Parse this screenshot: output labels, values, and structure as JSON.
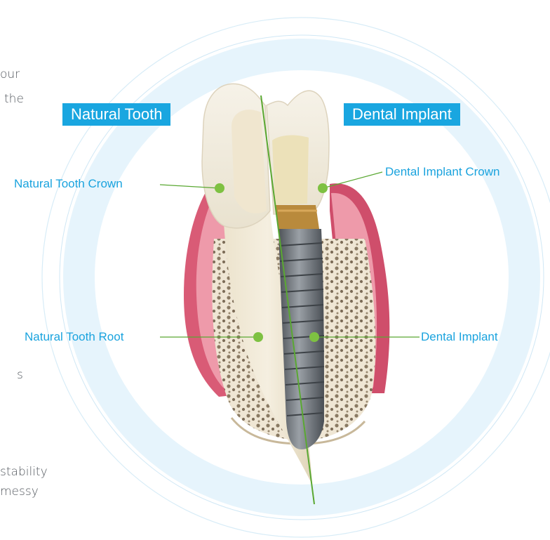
{
  "side_text": [
    {
      "text": "our"
    },
    {
      "text": "the"
    },
    {
      "text": "s"
    },
    {
      "text": "stability"
    },
    {
      "text": "messy"
    }
  ],
  "tags": {
    "natural": "Natural Tooth",
    "implant": "Dental Implant"
  },
  "labels": {
    "natural_crown": "Natural Tooth Crown",
    "implant_crown": "Dental Implant Crown",
    "natural_root": "Natural Tooth Root",
    "implant": "Dental Implant"
  },
  "colors": {
    "accent_blue": "#19a6e0",
    "label_blue": "#1aa3de",
    "leader_green": "#5aa832",
    "ring_blue": "#e6f4fc"
  }
}
